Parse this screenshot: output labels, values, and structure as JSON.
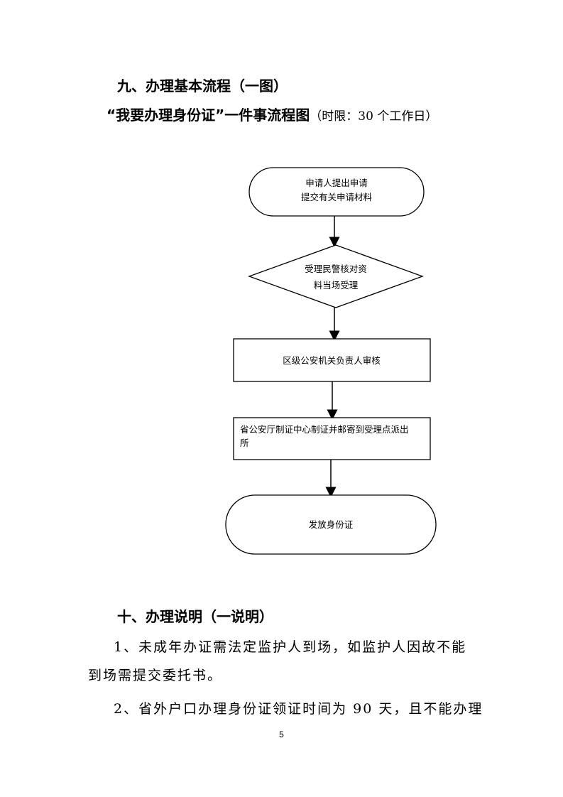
{
  "section9": {
    "title": "九、办理基本流程（一图）"
  },
  "flowchart": {
    "title_bold": "“我要办理身份证”一件事流程图",
    "title_note": "（时限：30 个工作日）",
    "steps": [
      {
        "lines": [
          "申请人提出申请",
          "提交有关申请材料"
        ]
      },
      {
        "lines": [
          "受理民警核对资",
          "料当场受理"
        ]
      },
      {
        "lines": [
          "区级公安机关负责人审核"
        ]
      },
      {
        "lines": [
          "省公安厅制证中心制证并邮寄到受理点派出",
          "所"
        ]
      },
      {
        "lines": [
          "发放身份证"
        ]
      }
    ]
  },
  "section10": {
    "title": "十、办理说明（一说明）",
    "paragraphs": [
      "1、未成年办证需法定监护人到场，如监护人因故不能",
      "到场需提交委托书。",
      "2、省外户口办理身份证领证时间为 90 天，且不能办理"
    ]
  },
  "page_number": "5"
}
